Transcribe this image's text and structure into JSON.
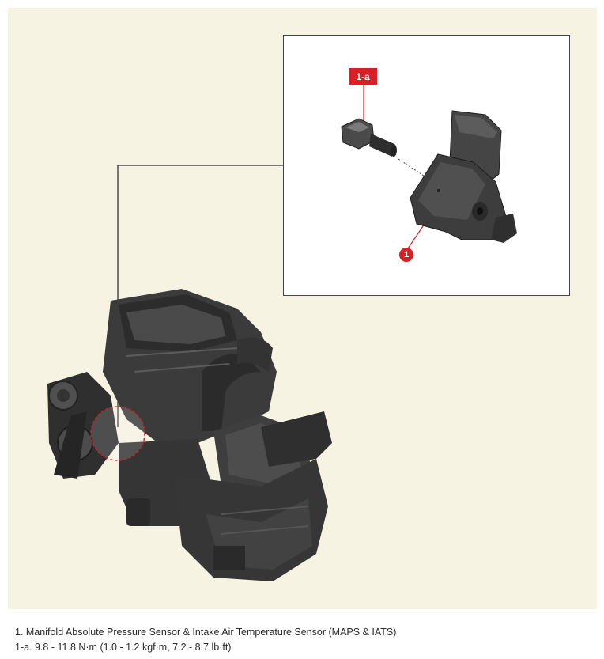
{
  "callouts": {
    "bolt_label": "1-a",
    "sensor_label": "1"
  },
  "captions": {
    "line1": "1. Manifold Absolute Pressure Sensor & Intake Air Temperature Sensor (MAPS & IATS)",
    "line2": "1-a. 9.8 - 11.8 N·m (1.0 - 1.2 kgf·m, 7.2 - 8.7 lb·ft)"
  },
  "colors": {
    "panel_background": "#f6f3e3",
    "callout_red": "#d71f26",
    "engine_dark": "#3a3a3a"
  },
  "icons": {
    "engine": "engine-assembly-illustration",
    "sensor": "maps-iats-sensor-illustration",
    "bolt": "mounting-bolt-illustration"
  }
}
